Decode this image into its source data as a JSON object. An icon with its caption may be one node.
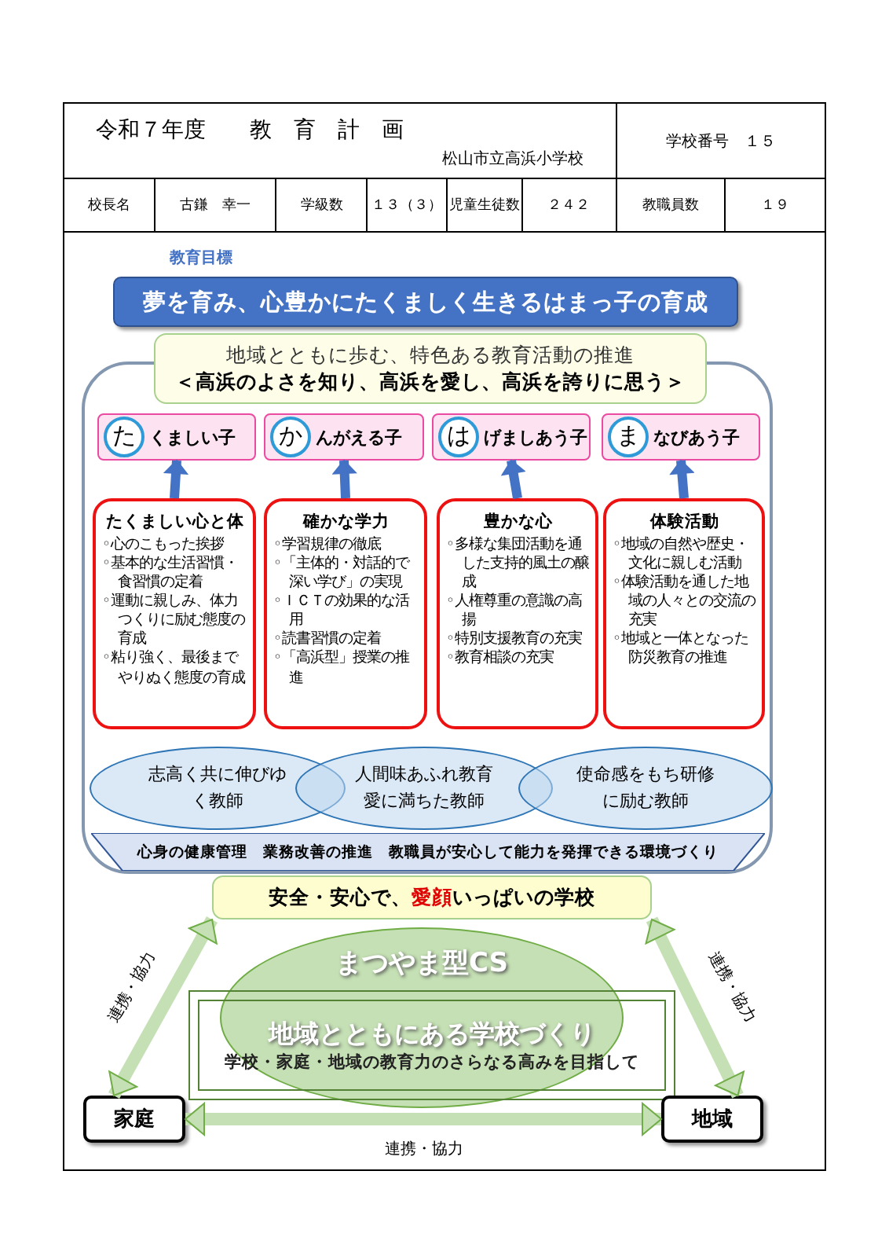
{
  "diagram": {
    "title": "令和７年度　　教　育　計　画",
    "nodes": [
      {
        "text": [
          "夢を育み、心豊かにたくましく生きるはまっ子の育成"
        ]
      },
      {
        "text": [
          "地域とともに歩む、特色ある教育活動の推進",
          "＜高浜のよさを知り、高浜を愛し、高浜を誇りに思う＞"
        ]
      },
      {
        "text": [
          "た",
          "くましい子"
        ]
      },
      {
        "text": [
          "か",
          "んがえる子"
        ]
      },
      {
        "text": [
          "は",
          "げましあう子"
        ]
      },
      {
        "text": [
          "ま",
          "なびあう子"
        ]
      },
      {
        "text": [
          "たくましい心と体",
          "◦心のこもった挨拶",
          "◦基本的な生活習慣・食習慣の定着",
          "◦運動に親しみ、体力つくりに励む態度の育成",
          "◦粘り強く、最後までやりぬく態度の育成"
        ]
      },
      {
        "text": [
          "確かな学力",
          "◦学習規律の徹底",
          "◦「主体的・対話的で深い学び」の実現",
          "◦ＩＣＴの効果的な活用",
          "◦読書習慣の定着",
          "◦「高浜型」授業の推進"
        ]
      },
      {
        "text": [
          "豊かな心",
          "◦多様な集団活動を通した支持的風土の醸成",
          "◦人権尊重の意識の高揚",
          "◦特別支援教育の充実",
          "◦教育相談の充実"
        ]
      },
      {
        "text": [
          "体験活動",
          "◦地域の自然や歴史・文化に親しむ活動",
          "◦体験活動を通した地域の人々との交流の充実",
          "◦地域と一体となった防災教育の推進"
        ]
      },
      {
        "text": [
          "志高く共に伸びゆく教師"
        ]
      },
      {
        "text": [
          "人間味あふれ教育愛に満ちた教師"
        ]
      },
      {
        "text": [
          "使命感をもち研修に励む教師"
        ]
      },
      {
        "text": [
          "心身の健康管理　業務改善の推進　教職員が安心して能力を発揮できる環境づくり"
        ]
      },
      {
        "text": [
          "安全・安心で、**愛顔**いっぱいの学校"
        ]
      },
      {
        "text": [
          "まつやま型CS"
        ]
      },
      {
        "text": [
          "地域とともにある学校づくり",
          "学校・家庭・地域の教育力のさらなる高みを目指して"
        ]
      },
      {
        "text": [
          "家庭"
        ]
      },
      {
        "text": [
          "地域"
        ]
      }
    ],
    "edges": [
      {
        "from": 6,
        "to": 2,
        "arrow": "to"
      },
      {
        "from": 7,
        "to": 3,
        "arrow": "to"
      },
      {
        "from": 8,
        "to": 4,
        "arrow": "to"
      },
      {
        "from": 9,
        "to": 5,
        "arrow": "to"
      },
      {
        "from": 17,
        "to": 14,
        "arrow": "both",
        "label": "連携・協力",
        "color": "#c5e0b4"
      },
      {
        "from": 18,
        "to": 14,
        "arrow": "both",
        "label": "連携・協力",
        "color": "#c5e0b4"
      },
      {
        "from": 17,
        "to": 18,
        "arrow": "both",
        "label": "連携・協力",
        "color": "#c5e0b4"
      }
    ],
    "labels": [
      "松山市立高浜小学校",
      "学校番号　１５",
      "校長名",
      "古鎌　幸一",
      "学級数",
      "１３（３）",
      "児童生徒数",
      "２４２",
      "教職員数",
      "１９",
      "教育目標"
    ]
  }
}
